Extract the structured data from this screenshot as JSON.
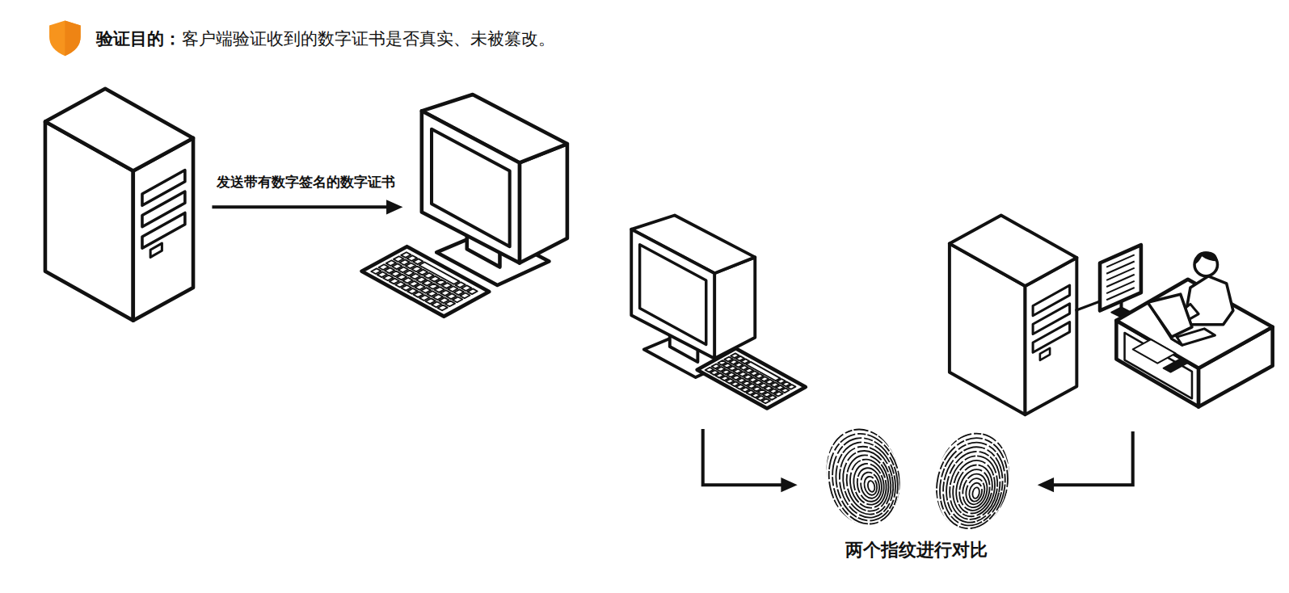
{
  "diagram": {
    "title": "验证目的：",
    "labels": [
      "客户端验证收到的数字证书是否真实、未被篡改。",
      "发送带有数字签名的数字证书",
      "两个指纹进行对比"
    ]
  }
}
